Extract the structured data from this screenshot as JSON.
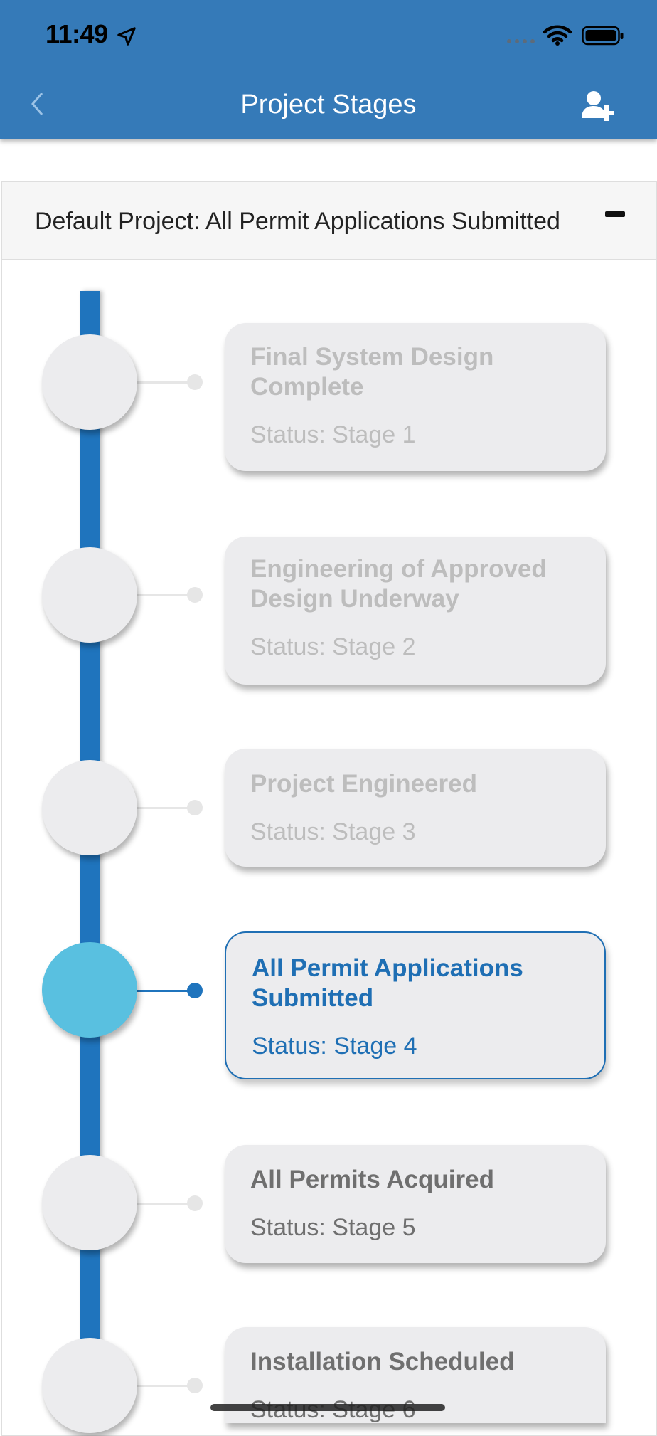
{
  "status_bar": {
    "time": "11:49",
    "icons": [
      "location-arrow-icon",
      "signal-icon",
      "wifi-icon",
      "battery-icon"
    ]
  },
  "header": {
    "title": "Project Stages",
    "back_icon": "chevron-left-icon",
    "action_icon": "add-user-icon",
    "background": "#357ab8"
  },
  "project": {
    "label": "Default Project: All Permit Applications Submitted",
    "collapse_icon": "minus-icon"
  },
  "stages": [
    {
      "name_line1": "Final System Design",
      "name_line2": "Complete",
      "status": "Status: Stage 1",
      "state": "completed"
    },
    {
      "name_line1": "Engineering of Approved",
      "name_line2": "Design Underway",
      "status": "Status: Stage 2",
      "state": "completed"
    },
    {
      "name_line1": "Project Engineered",
      "name_line2": "",
      "status": "Status: Stage 3",
      "state": "completed"
    },
    {
      "name_line1": "All Permit Applications",
      "name_line2": "Submitted",
      "status": "Status: Stage 4",
      "state": "current"
    },
    {
      "name_line1": "All Permits Acquired",
      "name_line2": "",
      "status": "Status: Stage 5",
      "state": "upcoming"
    },
    {
      "name_line1": "Installation Scheduled",
      "name_line2": "",
      "status": "Status: Stage 6",
      "state": "upcoming"
    }
  ],
  "colors": {
    "accent": "#1f74bd",
    "current_node": "#59c0e0",
    "card_background": "#ececee",
    "completed_text": "#bdbdbd",
    "upcoming_text": "#6f6f6f"
  }
}
